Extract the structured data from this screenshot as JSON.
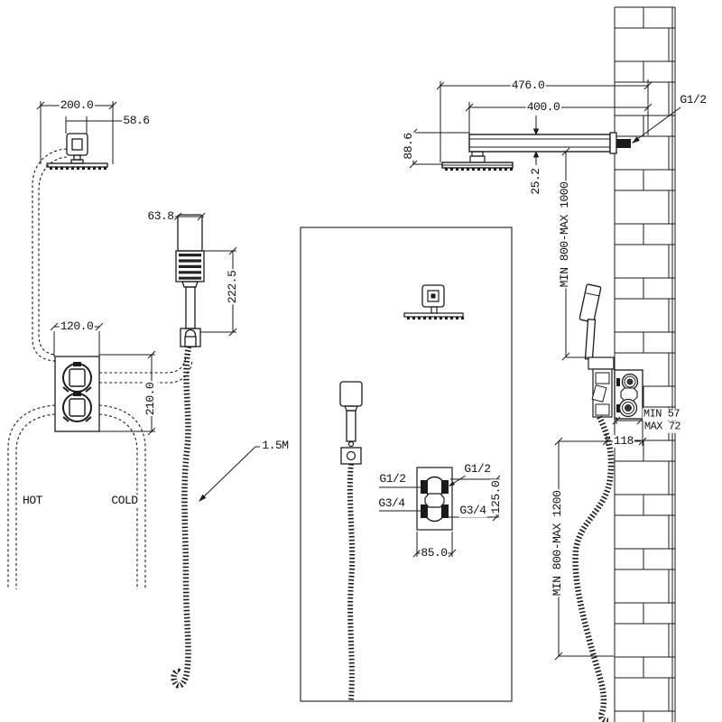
{
  "title": "Shower system installation dimension diagram",
  "colors": {
    "line": "#1a1a1a",
    "background": "#ffffff"
  },
  "left_view": {
    "labels": {
      "head_width": "200.0",
      "head_mount": "58.6",
      "hand_width": "63.8",
      "hand_length": "222.5",
      "valve_width": "120.0",
      "valve_height": "210.0",
      "hot": "HOT",
      "cold": "COLD",
      "hose_length": "1.5M"
    }
  },
  "detail_view": {
    "labels": {
      "inlet_top_left": "G1/2",
      "inlet_top_right": "G1/2",
      "inlet_bottom_left": "G3/4",
      "inlet_bottom_right": "G3/4",
      "port_spacing": "125.0",
      "body_width": "85.0"
    }
  },
  "wall_view": {
    "labels": {
      "total_projection": "476.0",
      "arm_length": "400.0",
      "head_drop": "88.6",
      "arm_thickness": "25.2",
      "wall_connection": "G1/2",
      "head_height_range": "MIN 800-MAX 1000",
      "valve_depth_min": "MIN 57",
      "valve_depth_max": "MAX 72",
      "valve_offset": "118",
      "hose_height_range": "MIN 800-MAX 1200"
    }
  }
}
